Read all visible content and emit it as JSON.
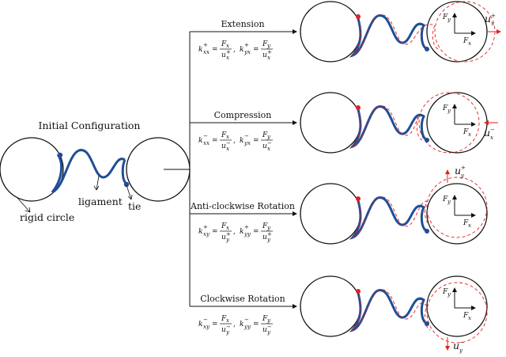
{
  "initial": {
    "title": "Initial Configuration",
    "labels": {
      "circle": "rigid circle",
      "ligament": "ligament",
      "tie": "tie"
    }
  },
  "cases": [
    {
      "id": "extension",
      "title": "Extension",
      "formula": {
        "k1": "k",
        "s1": "xx",
        "p1": "+",
        "num1": "F",
        "nsub1": "x",
        "den1": "u",
        "dsub1": "x",
        "dsup1": "+",
        "k2": "k",
        "s2": "yx",
        "p2": "+",
        "num2": "F",
        "nsub2": "y",
        "den2": "u",
        "dsub2": "x",
        "dsup2": "+"
      },
      "disp": {
        "sym": "u",
        "sub": "x",
        "sup": "+"
      }
    },
    {
      "id": "compression",
      "title": "Compression",
      "formula": {
        "k1": "k",
        "s1": "xx",
        "p1": "−",
        "num1": "F",
        "nsub1": "x",
        "den1": "u",
        "dsub1": "x",
        "dsup1": "−",
        "k2": "k",
        "s2": "yx",
        "p2": "−",
        "num2": "F",
        "nsub2": "y",
        "den2": "u",
        "dsub2": "x",
        "dsup2": "−"
      },
      "disp": {
        "sym": "u",
        "sub": "x",
        "sup": "−"
      }
    },
    {
      "id": "anticlockwise",
      "title": "Anti-clockwise Rotation",
      "formula": {
        "k1": "k",
        "s1": "xy",
        "p1": "+",
        "num1": "F",
        "nsub1": "x",
        "den1": "u",
        "dsub1": "y",
        "dsup1": "+",
        "k2": "k",
        "s2": "yy",
        "p2": "+",
        "num2": "F",
        "nsub2": "y",
        "den2": "u",
        "dsub2": "y",
        "dsup2": "+"
      },
      "disp": {
        "sym": "u",
        "sub": "y",
        "sup": "+"
      }
    },
    {
      "id": "clockwise",
      "title": "Clockwise Rotation",
      "formula": {
        "k1": "k",
        "s1": "xy",
        "p1": "−",
        "num1": "F",
        "nsub1": "x",
        "den1": "u",
        "dsub1": "y",
        "dsup1": "−",
        "k2": "k",
        "s2": "yy",
        "p2": "−",
        "num2": "F",
        "nsub2": "y",
        "den2": "u",
        "dsub2": "y",
        "dsup2": "−"
      },
      "disp": {
        "sym": "u",
        "sub": "y",
        "sup": "−"
      }
    }
  ],
  "axes": {
    "fx": "F",
    "fx_sub": "x",
    "fy": "F",
    "fy_sub": "y"
  },
  "colors": {
    "ligament": "#1f4e96",
    "tie": "#1f4e96",
    "deformed": "#e02020",
    "circle": "#111111"
  }
}
